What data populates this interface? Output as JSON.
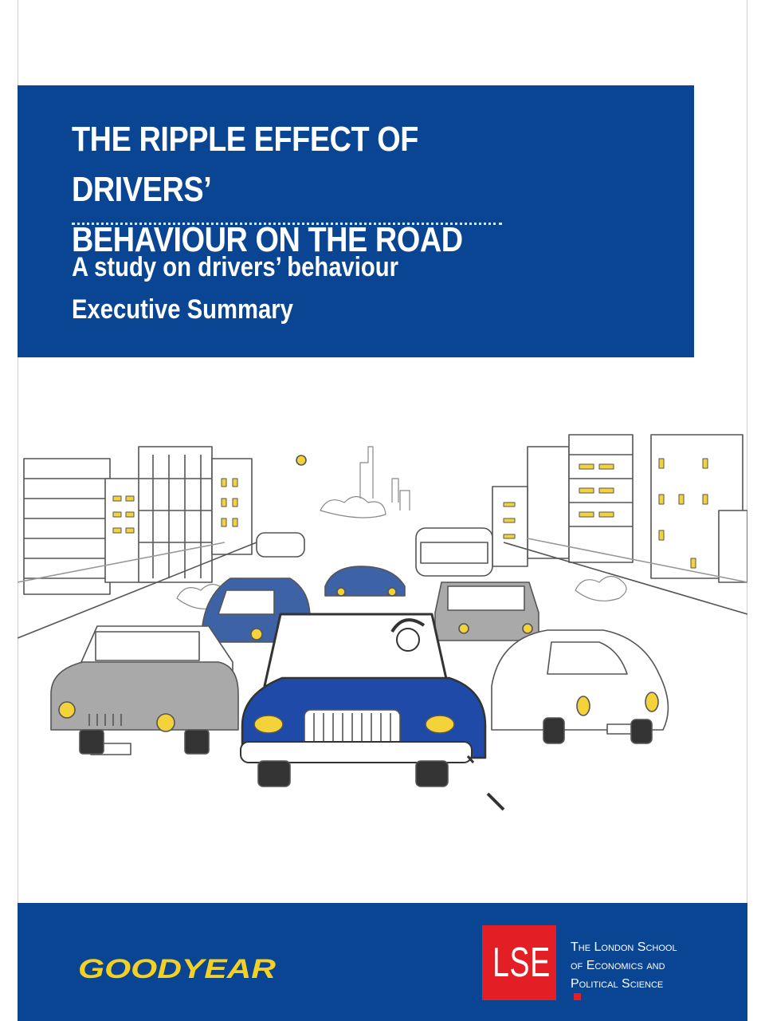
{
  "cover": {
    "title_line1": "THE RIPPLE EFFECT OF DRIVERS’",
    "title_line2": "BEHAVIOUR ON THE ROAD",
    "subtitle_line1": "A study on drivers’ behaviour",
    "subtitle_line2": "Executive Summary"
  },
  "footer": {
    "goodyear_logo": "GOODYEAR",
    "lse_logo": "LSE",
    "lse_name_line1": "The London School",
    "lse_name_line2": "of Economics and",
    "lse_name_line3": "Political Science"
  },
  "colors": {
    "brand_blue": "#0a4593",
    "lse_red": "#e31e24",
    "goodyear_yellow": "#f2d024"
  }
}
